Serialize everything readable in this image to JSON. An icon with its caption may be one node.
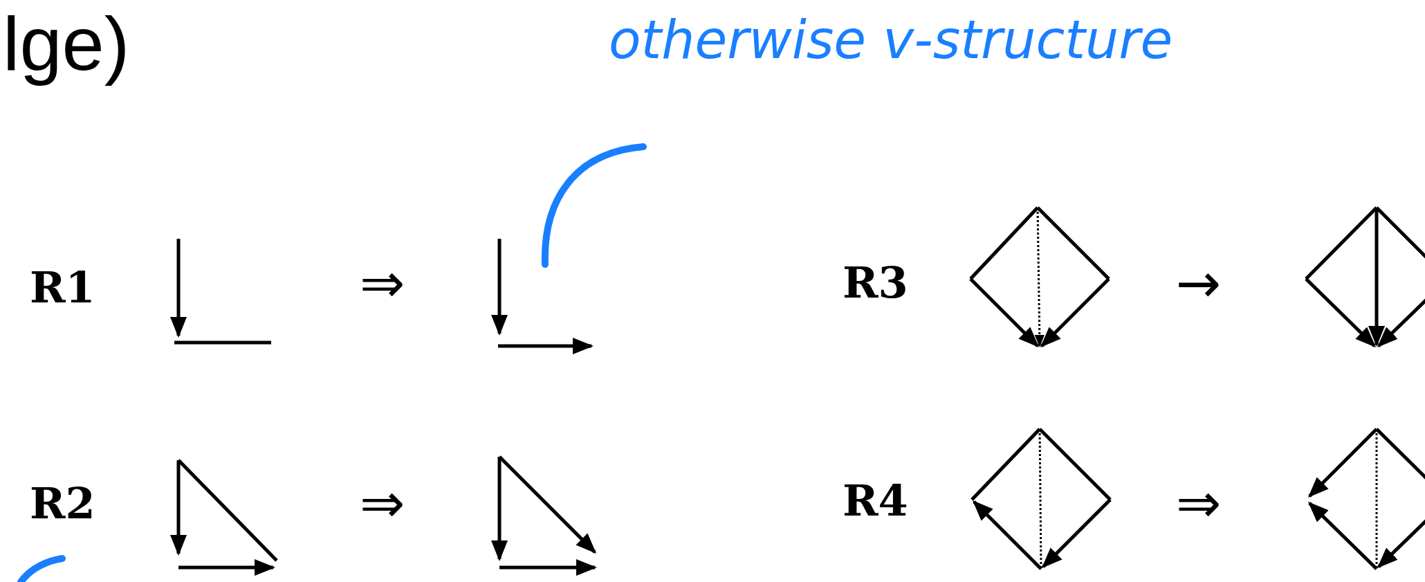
{
  "diagram": {
    "labels": [
      "lge)",
      "otherwise v-structure",
      "R1",
      "⇒",
      "R3",
      "→",
      "R2",
      "⇒",
      "R4",
      "⇒"
    ]
  }
}
